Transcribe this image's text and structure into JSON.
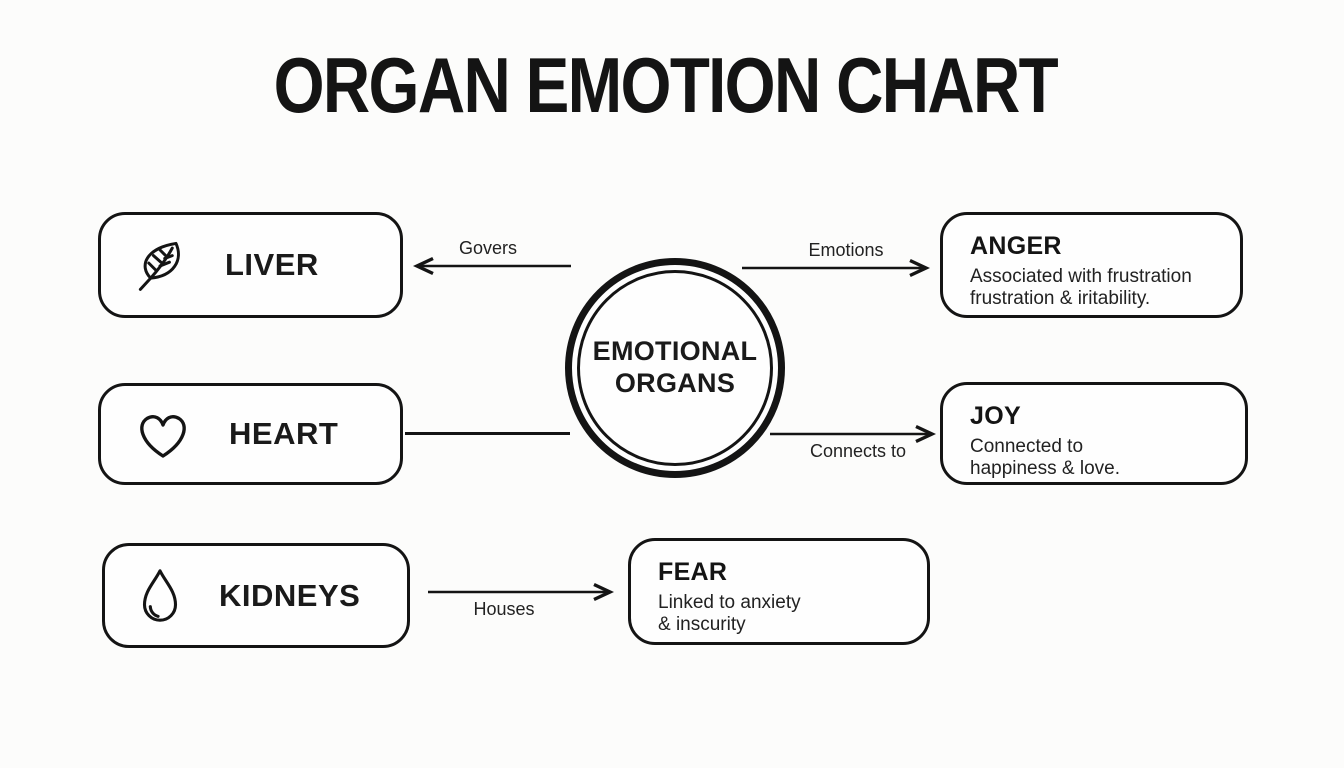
{
  "title": "ORGAN EMOTION CHART",
  "center": {
    "line1": "EMOTIONAL",
    "line2": "ORGANS"
  },
  "organs": [
    {
      "name": "LIVER",
      "icon": "leaf-icon"
    },
    {
      "name": "HEART",
      "icon": "heart-icon"
    },
    {
      "name": "KIDNEYS",
      "icon": "water-drop-icon"
    }
  ],
  "emotions": [
    {
      "name": "ANGER",
      "description_line1": "Associated with frustration",
      "description_line2": "frustration & iritability."
    },
    {
      "name": "JOY",
      "description_line1": "Connected to",
      "description_line2": "happiness & love."
    },
    {
      "name": "FEAR",
      "description_line1": "Linked to anxiety",
      "description_line2": "& inscurity"
    }
  ],
  "connections": [
    {
      "label": "Govers",
      "from": "center",
      "to": "liver",
      "direction": "left"
    },
    {
      "label": "Emotions",
      "from": "center",
      "to": "anger",
      "direction": "right"
    },
    {
      "label": "",
      "from": "heart",
      "to": "center",
      "direction": "none"
    },
    {
      "label": "Connects to",
      "from": "center",
      "to": "joy",
      "direction": "right"
    },
    {
      "label": "Houses",
      "from": "kidneys",
      "to": "fear",
      "direction": "right"
    }
  ],
  "colors": {
    "ink": "#141414",
    "background": "#fcfcfb"
  }
}
